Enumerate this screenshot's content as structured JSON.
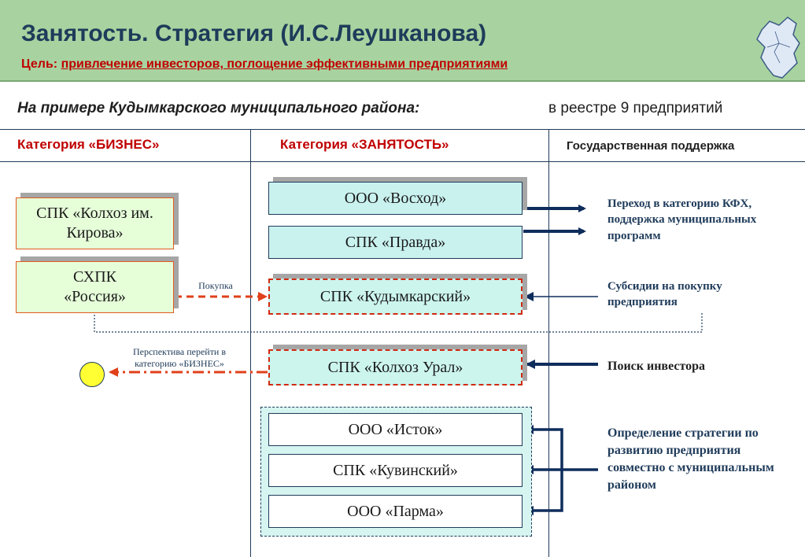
{
  "header": {
    "title": "Занятость. Стратегия  (И.С.Леушканова)",
    "goal_label": "Цель: ",
    "goal_text": "привлечение инвесторов, поглощение эффективными предприятиями",
    "map_icon": "region-map-icon"
  },
  "subtitle": {
    "left": "На примере Кудымкарского муниципального района:",
    "right": "в реестре 9 предприятий"
  },
  "columns": {
    "business": "Категория «БИЗНЕС»",
    "employment": "Категория «ЗАНЯТОСТЬ»",
    "support": "Государственная поддержка"
  },
  "business_boxes": {
    "kirov": "СПК «Колхоз им. Кирова»",
    "rossiya": "СХПК «Россия»"
  },
  "employment_boxes": {
    "voskhod": "ООО «Восход»",
    "pravda": "СПК «Правда»",
    "kudymkarsky": "СПК «Кудымкарский»",
    "ural": "СПК «Колхоз Урал»",
    "istok": "ООО «Исток»",
    "kuvinsky": "СПК «Кувинский»",
    "parma": "ООО «Парма»"
  },
  "labels": {
    "purchase": "Покупка",
    "perspective": "Перспектива перейти в категорию «БИЗНЕС»"
  },
  "support_notes": {
    "kfh": "Переход в категорию КФХ, поддержка муниципальных программ",
    "subsidy": "Субсидии на покупку предприятия",
    "investor": "Поиск инвестора",
    "strategy": "Определение стратегии по развитию предприятия совместно с муниципальным районом"
  },
  "colors": {
    "header_bg": "#a8d3a0",
    "title": "#1f3b5a",
    "accent_red": "#c00000",
    "arrow_navy": "#0f2d5c",
    "dash_red": "#e0401a"
  }
}
